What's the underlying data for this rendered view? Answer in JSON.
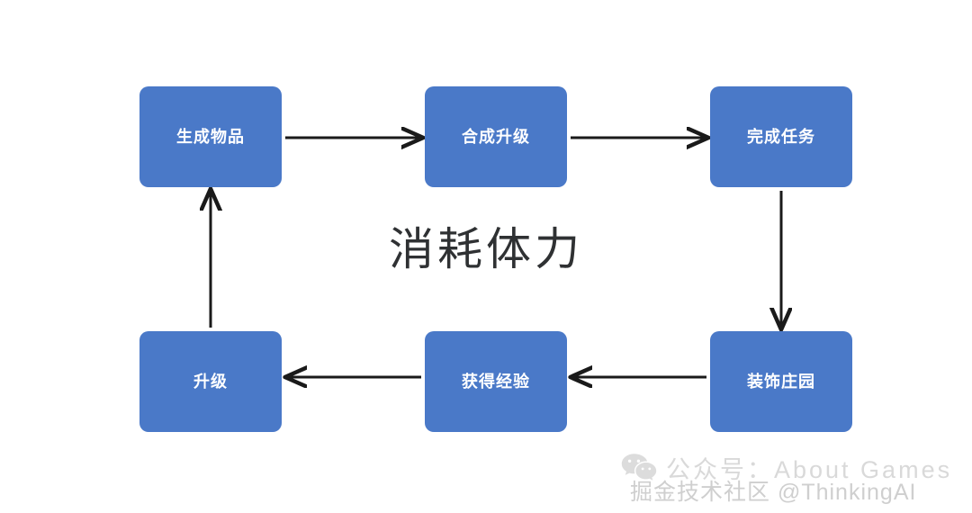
{
  "diagram": {
    "title_caption": "消耗体力",
    "background_color": "#ffffff",
    "node_color": "#4a79c8",
    "node_text_color": "#ffffff",
    "arrow_color": "#1a1a1a",
    "nodes": [
      {
        "id": "generate",
        "label": "生成物品",
        "row": "top",
        "col": 1
      },
      {
        "id": "merge",
        "label": "合成升级",
        "row": "top",
        "col": 2
      },
      {
        "id": "quest",
        "label": "完成任务",
        "row": "top",
        "col": 3
      },
      {
        "id": "decorate",
        "label": "装饰庄园",
        "row": "bottom",
        "col": 3
      },
      {
        "id": "exp",
        "label": "获得经验",
        "row": "bottom",
        "col": 2
      },
      {
        "id": "levelup",
        "label": "升级",
        "row": "bottom",
        "col": 1
      }
    ],
    "edges": [
      {
        "from": "generate",
        "to": "merge",
        "direction": "right"
      },
      {
        "from": "merge",
        "to": "quest",
        "direction": "right"
      },
      {
        "from": "quest",
        "to": "decorate",
        "direction": "down"
      },
      {
        "from": "decorate",
        "to": "exp",
        "direction": "left"
      },
      {
        "from": "exp",
        "to": "levelup",
        "direction": "left"
      },
      {
        "from": "levelup",
        "to": "generate",
        "direction": "up"
      }
    ]
  },
  "watermarks": {
    "about_games": {
      "icon": "wechat-icon",
      "text": "公众号：About Games"
    },
    "juejin": {
      "text": "掘金技术社区 @ThinkingAI"
    }
  }
}
